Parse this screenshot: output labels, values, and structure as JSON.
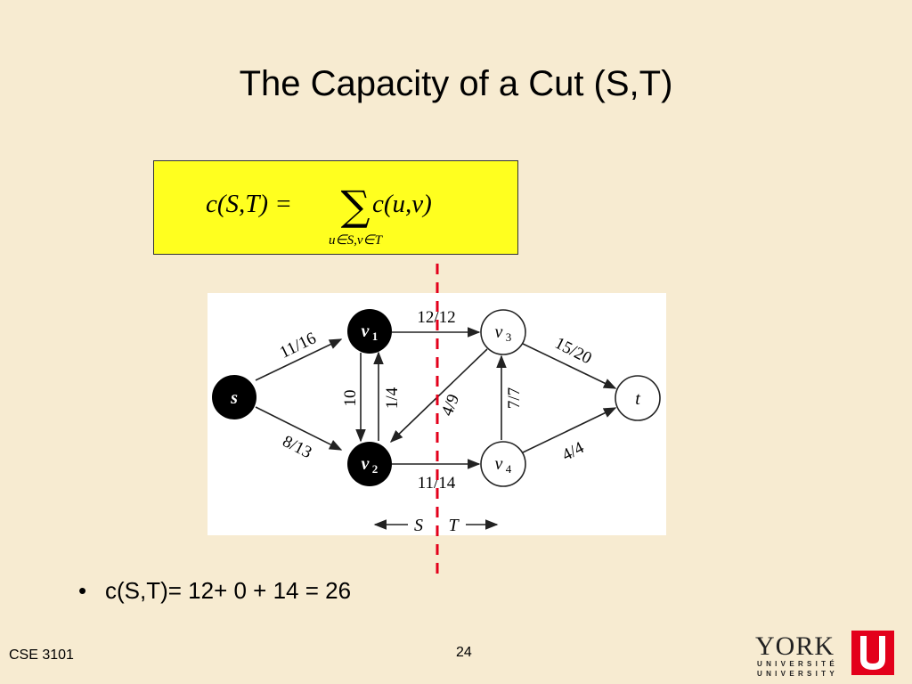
{
  "slide": {
    "title": "The Capacity of a Cut (S,T)",
    "bullet": "c(S,T)= 12+ 0 + 14 = 26",
    "footer_left": "CSE 3101",
    "page_number": "24"
  },
  "formula": {
    "lhs": "c(S,T) =",
    "sum_symbol": "∑",
    "subscript": "u∈S,v∈T",
    "term": "c(u,v)"
  },
  "graph": {
    "nodes": [
      {
        "id": "s",
        "label": "s",
        "filled": true
      },
      {
        "id": "v1",
        "label": "v",
        "sub": "1",
        "filled": true
      },
      {
        "id": "v2",
        "label": "v",
        "sub": "2",
        "filled": true
      },
      {
        "id": "v3",
        "label": "v",
        "sub": "3",
        "filled": false
      },
      {
        "id": "v4",
        "label": "v",
        "sub": "4",
        "filled": false
      },
      {
        "id": "t",
        "label": "t",
        "filled": false
      }
    ],
    "edges": [
      {
        "from": "s",
        "to": "v1",
        "label": "11/16"
      },
      {
        "from": "s",
        "to": "v2",
        "label": "8/13"
      },
      {
        "from": "v1",
        "to": "v2",
        "label": "10"
      },
      {
        "from": "v2",
        "to": "v1",
        "label": "1/4"
      },
      {
        "from": "v1",
        "to": "v3",
        "label": "12/12"
      },
      {
        "from": "v3",
        "to": "v2",
        "label": "4/9"
      },
      {
        "from": "v2",
        "to": "v4",
        "label": "11/14"
      },
      {
        "from": "v4",
        "to": "v3",
        "label": "7/7"
      },
      {
        "from": "v3",
        "to": "t",
        "label": "15/20"
      },
      {
        "from": "v4",
        "to": "t",
        "label": "4/4"
      }
    ],
    "partition_labels": {
      "left": "S",
      "right": "T"
    }
  },
  "logo": {
    "name": "YORK",
    "line1": "UNIVERSITÉ",
    "line2": "UNIVERSITY",
    "mark": "U",
    "accent": "#e3001b"
  },
  "colors": {
    "background": "#f7ebd1",
    "formula_box": "#ffff1f",
    "cut_line": "#e3001b"
  }
}
